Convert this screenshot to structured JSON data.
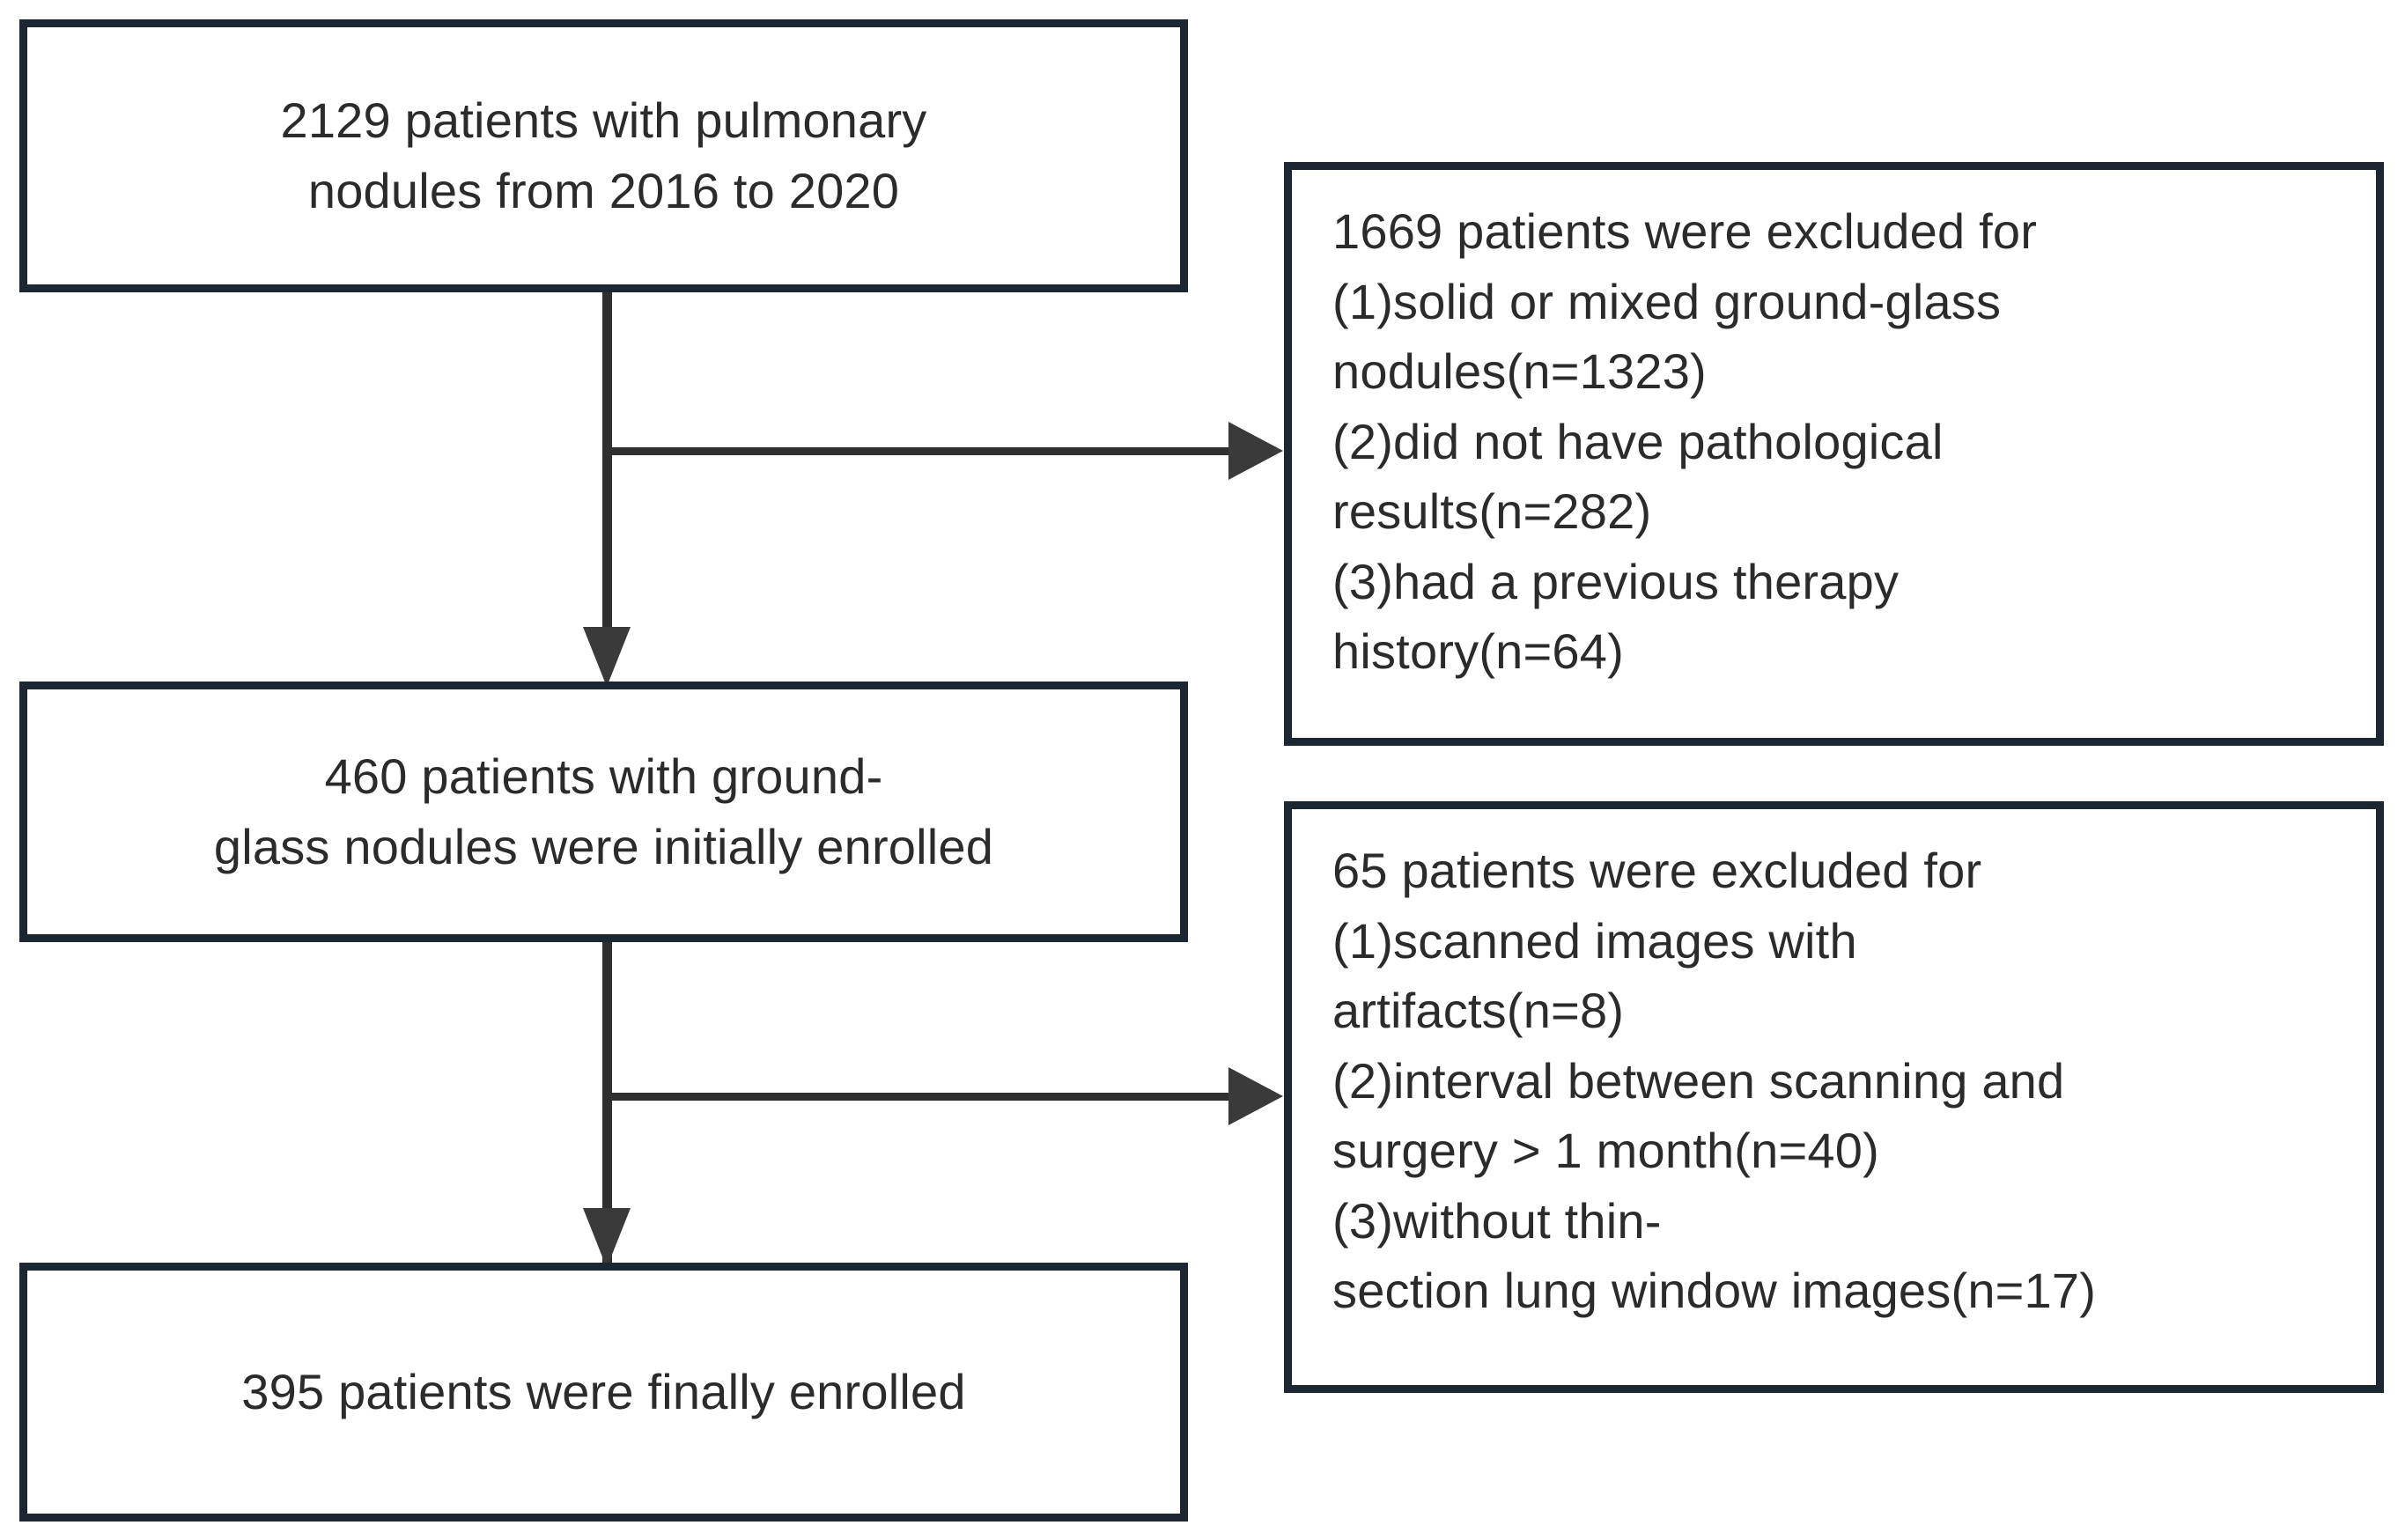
{
  "figure": {
    "type": "flowchart",
    "orientation": "vertical-with-right-branches",
    "colors": {
      "box_border": "#1c2733",
      "box_fill": "#ffffff",
      "text": "#2b2b2b",
      "connector": "#2f2f2f",
      "arrowhead": "#3a3a3a",
      "background": "#ffffff"
    }
  },
  "nodes": {
    "enrollment_initial": {
      "id": "box-enrollment-initial",
      "text": "2129 patients with pulmonary\nnodules   from 2016 to 2020",
      "count": 2129,
      "align": "center"
    },
    "exclusion_first": {
      "id": "box-exclusion-first",
      "text": "1669 patients were excluded for\n(1)solid or mixed ground-glass\nnodules(n=1323)\n(2)did not have pathological\nresults(n=282)\n(3)had a previous therapy\nhistory(n=64)",
      "count": 1669,
      "reasons": [
        {
          "label": "(1)solid or mixed ground-glass nodules",
          "n": 1323
        },
        {
          "label": "(2)did not have pathological results",
          "n": 282
        },
        {
          "label": "(3)had a previous therapy history",
          "n": 64
        }
      ],
      "align": "left"
    },
    "enrollment_ggn": {
      "id": "box-enrollment-ggn",
      "text": "460 patients with ground-\nglass nodules were initially enrolled",
      "count": 460,
      "align": "center"
    },
    "exclusion_second": {
      "id": "box-exclusion-second",
      "text": "65 patients were excluded for\n(1)scanned images with\nartifacts(n=8)\n(2)interval between scanning and\nsurgery > 1 month(n=40)\n(3)without thin-\nsection lung window images(n=17)",
      "count": 65,
      "reasons": [
        {
          "label": "(1)scanned images with artifacts",
          "n": 8
        },
        {
          "label": "(2)interval between scanning and surgery > 1 month",
          "n": 40
        },
        {
          "label": "(3)without thin-section lung window images",
          "n": 17
        }
      ],
      "align": "left"
    },
    "enrollment_final": {
      "id": "box-enrollment-final",
      "text": "395 patients were finally enrolled",
      "count": 395,
      "align": "center"
    }
  },
  "connectors": [
    {
      "name": "trunk-1",
      "from": "enrollment_initial",
      "to": "enrollment_ggn",
      "kind": "arrow-down"
    },
    {
      "name": "branch-1",
      "from": "enrollment_initial",
      "to": "exclusion_first",
      "kind": "arrow-right"
    },
    {
      "name": "trunk-2",
      "from": "enrollment_ggn",
      "to": "enrollment_final",
      "kind": "arrow-down"
    },
    {
      "name": "branch-2",
      "from": "enrollment_ggn",
      "to": "exclusion_second",
      "kind": "arrow-right"
    }
  ]
}
